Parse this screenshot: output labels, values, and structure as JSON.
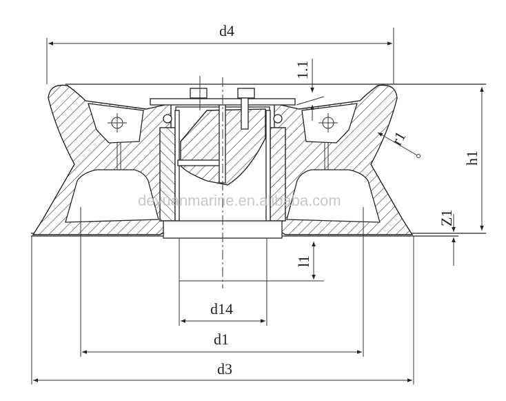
{
  "diagram": {
    "labels": {
      "d4": "d4",
      "tolerance": "1.1",
      "r1": "r1",
      "h1": "h1",
      "z1": "Z1",
      "l1": "l1",
      "d14": "d14",
      "d1": "d1",
      "d3": "d3"
    },
    "watermark": "deyuanmarine.en.alibaba.com"
  }
}
